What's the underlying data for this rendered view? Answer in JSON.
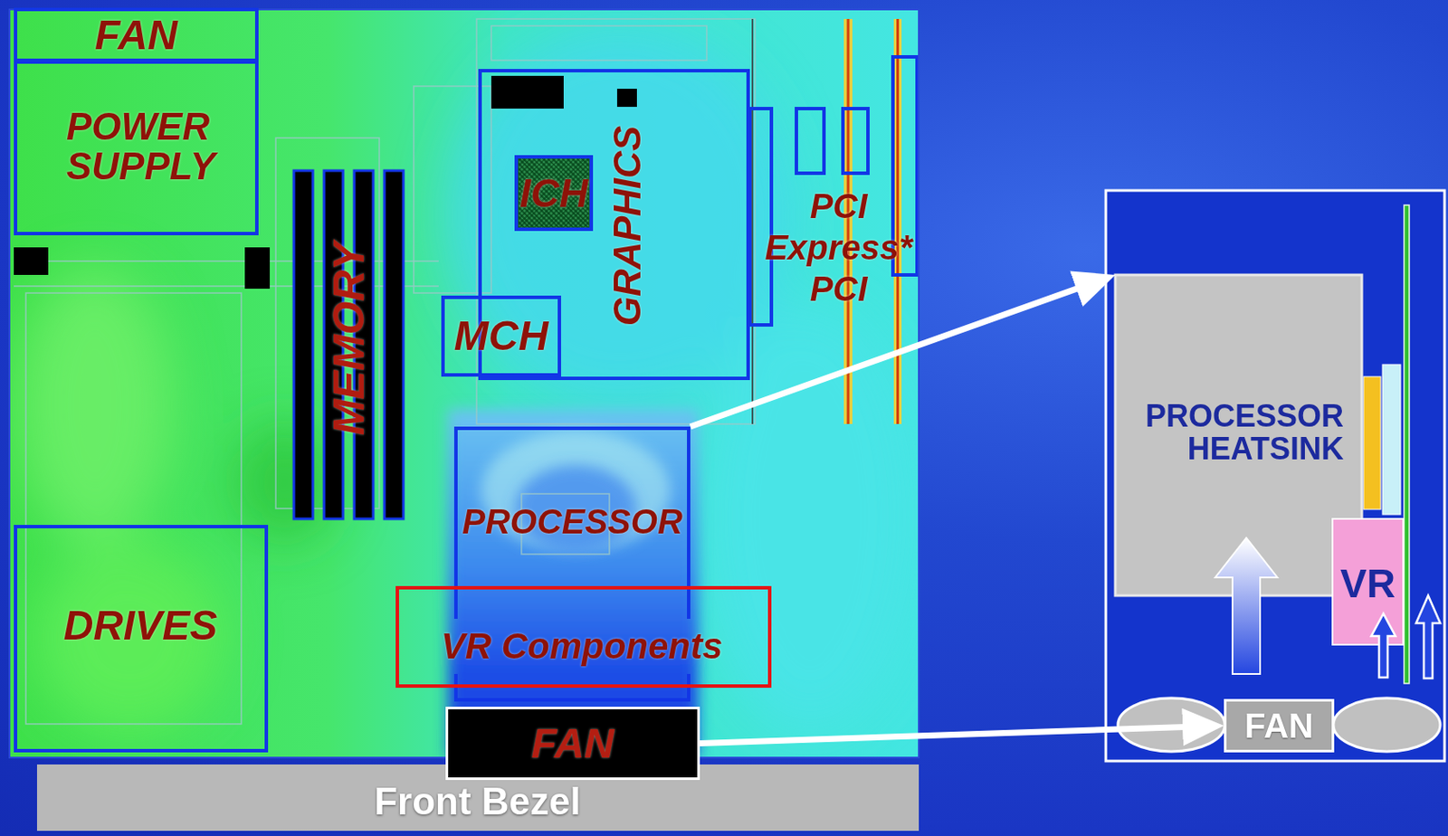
{
  "diagram": {
    "nodes": [
      {
        "text": [
          "FAN"
        ]
      },
      {
        "text": [
          "POWER SUPPLY"
        ]
      },
      {
        "text": [
          "GRAPHICS"
        ]
      },
      {
        "text": [
          "ICH"
        ],
        "in": 2
      },
      {
        "text": [
          "MEMORY"
        ]
      },
      {
        "text": [
          "MCH"
        ]
      },
      {
        "text": [
          "PROCESSOR"
        ]
      },
      {
        "text": [
          "DRIVES"
        ]
      },
      {
        "text": [
          "VR Components"
        ]
      },
      {
        "text": [
          "FAN"
        ]
      },
      {
        "text": [
          "Front Bezel"
        ]
      },
      {
        "text": [
          "PROCESSOR HEATSINK"
        ]
      },
      {
        "text": [
          "VR"
        ]
      },
      {
        "text": [
          "FAN"
        ]
      }
    ],
    "edges": [
      {
        "from": 6,
        "to": 11,
        "arrow": "to"
      },
      {
        "from": 9,
        "to": 13,
        "arrow": "to"
      }
    ],
    "labels": [
      "PCI Express* PCI"
    ]
  }
}
